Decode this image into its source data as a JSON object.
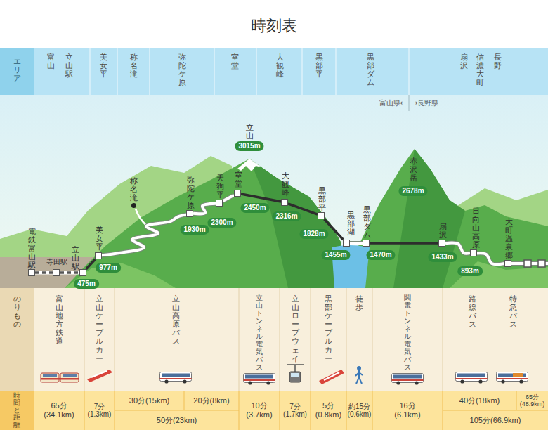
{
  "diagram": {
    "title": "時刻表",
    "nodes": [
      {
        "text": [
          "電鉄富山駅"
        ]
      },
      {
        "text": [
          "寺田駅"
        ]
      },
      {
        "text": [
          "立山駅",
          "475m"
        ]
      },
      {
        "text": [
          "美女平",
          "977m"
        ]
      },
      {
        "text": [
          "称名滝"
        ]
      },
      {
        "text": [
          "弥陀ケ原",
          "1930m"
        ]
      },
      {
        "text": [
          "天狗平",
          "2300m"
        ]
      },
      {
        "text": [
          "室堂",
          "2450m"
        ]
      },
      {
        "text": [
          "立山",
          "3015m"
        ]
      },
      {
        "text": [
          "大観峰",
          "2316m"
        ]
      },
      {
        "text": [
          "黒部平",
          "1828m"
        ]
      },
      {
        "text": [
          "黒部湖",
          "1455m"
        ]
      },
      {
        "text": [
          "黒部ダム",
          "1470m"
        ]
      },
      {
        "text": [
          "赤沢岳",
          "2678m"
        ]
      },
      {
        "text": [
          "扇沢",
          "1433m"
        ]
      },
      {
        "text": [
          "日向山高原",
          "893m"
        ]
      },
      {
        "text": [
          "大町温泉郷"
        ]
      }
    ],
    "edges": [
      {
        "from": 0,
        "to": 1,
        "arrow": "none"
      },
      {
        "from": 1,
        "to": 2,
        "arrow": "none"
      },
      {
        "from": 2,
        "to": 3,
        "arrow": "none"
      },
      {
        "from": 3,
        "to": 5,
        "arrow": "none"
      },
      {
        "from": 5,
        "to": 6,
        "arrow": "none"
      },
      {
        "from": 6,
        "to": 7,
        "arrow": "none"
      },
      {
        "from": 7,
        "to": 9,
        "arrow": "none"
      },
      {
        "from": 9,
        "to": 10,
        "arrow": "none"
      },
      {
        "from": 10,
        "to": 11,
        "arrow": "none"
      },
      {
        "from": 11,
        "to": 12,
        "arrow": "none"
      },
      {
        "from": 12,
        "to": 14,
        "arrow": "none"
      },
      {
        "from": 14,
        "to": 15,
        "arrow": "none"
      },
      {
        "from": 15,
        "to": 16,
        "arrow": "none"
      }
    ],
    "labels": [
      "エリア",
      "富山",
      "立山駅",
      "美女平",
      "称名滝",
      "弥陀ケ原",
      "室堂",
      "大観峰",
      "黒部平",
      "黒部ダム",
      "扇沢",
      "信濃大町",
      "長野",
      "富山県←",
      "→長野県",
      "のりもの",
      "富山地方鉄道",
      "立山ケーブルカー",
      "立山高原バス",
      "立山トンネル電気バス",
      "立山ロープウェイ",
      "黒部ケーブルカー",
      "徒歩",
      "関電トンネル電気バス",
      "路線バス",
      "特急バス",
      "時間と距離",
      "65分 (34.1km)",
      "7分 (1.3km)",
      "30分(15km)",
      "20分(8km)",
      "50分(23km)",
      "10分 (3.7km)",
      "7分 (1.7km)",
      "5分 (0.8km)",
      "約15分 (0.6km)",
      "16分 (6.1km)",
      "40分(18km)",
      "65分 (48.9km)",
      "105分(66.9km)"
    ]
  }
}
